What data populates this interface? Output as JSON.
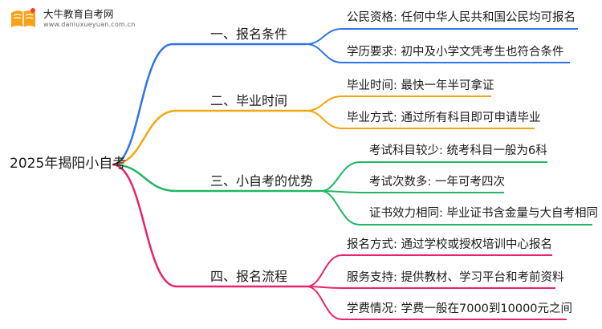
{
  "logo": {
    "title": "大牛教育自考网",
    "url": "www.daniuxueyuan.com.cn"
  },
  "root": "2025年揭阳小自考",
  "branches": [
    {
      "label": "一、报名条件",
      "color": "#2f73e8",
      "leaves": [
        "公民资格: 任何中华人民共和国公民均可报名",
        "学历要求: 初中及小学文凭考生也符合条件"
      ]
    },
    {
      "label": "二、毕业时间",
      "color": "#f2a70e",
      "leaves": [
        "毕业时间: 最快一年半可拿证",
        "毕业方式: 通过所有科目即可申请毕业"
      ]
    },
    {
      "label": "三、小自考的优势",
      "color": "#21b765",
      "leaves": [
        "考试科目较少: 统考科目一般为6科",
        "考试次数多: 一年可考四次",
        "证书效力相同: 毕业证书含金量与大自考相同"
      ]
    },
    {
      "label": "四、报名流程",
      "color": "#e8236d",
      "leaves": [
        "报名方式: 通过学校或授权培训中心报名",
        "服务支持: 提供教材、学习平台和考前资料",
        "学费情况: 学费一般在7000到10000元之间"
      ]
    }
  ]
}
